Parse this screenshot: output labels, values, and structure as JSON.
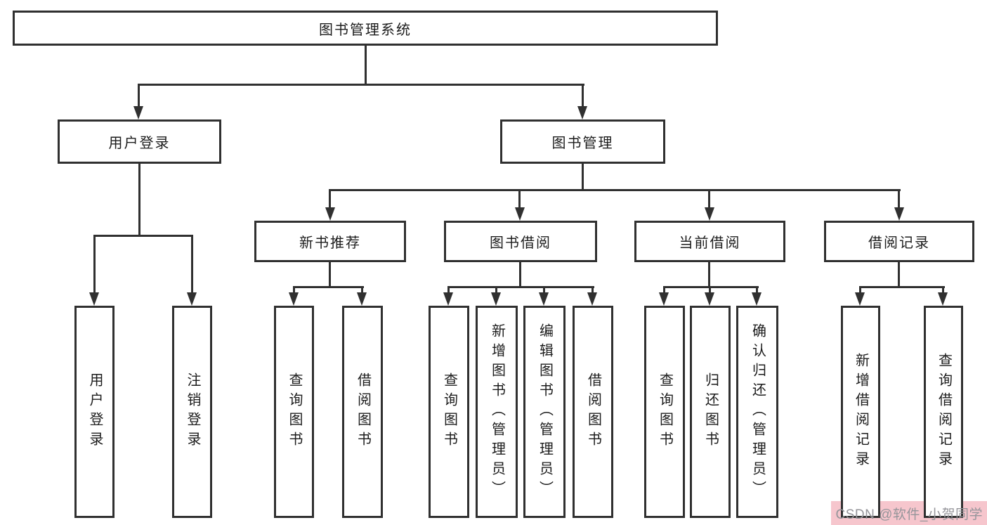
{
  "tree": {
    "label": "图书管理系统",
    "children": [
      {
        "label": "用户登录",
        "children": [
          {
            "label": "用户登录"
          },
          {
            "label": "注销登录"
          }
        ]
      },
      {
        "label": "图书管理",
        "children": [
          {
            "label": "新书推荐",
            "children": [
              {
                "label": "查询图书"
              },
              {
                "label": "借阅图书"
              }
            ]
          },
          {
            "label": "图书借阅",
            "children": [
              {
                "label": "查询图书"
              },
              {
                "label": "新增图书（管理员）"
              },
              {
                "label": "编辑图书（管理员）"
              },
              {
                "label": "借阅图书"
              }
            ]
          },
          {
            "label": "当前借阅",
            "children": [
              {
                "label": "查询图书"
              },
              {
                "label": "归还图书"
              },
              {
                "label": "确认归还（管理员）"
              }
            ]
          },
          {
            "label": "借阅记录",
            "children": [
              {
                "label": "新增借阅记录"
              },
              {
                "label": "查询借阅记录"
              }
            ]
          }
        ]
      }
    ]
  },
  "watermark": {
    "text": "CSDN @软件_小贺同学"
  },
  "colors": {
    "line": "#303030",
    "box_border": "#303030",
    "box_fill": "#ffffff",
    "text": "#1c1c1c",
    "watermark_bg": "#f6c6cd",
    "watermark_text": "#95959a"
  }
}
